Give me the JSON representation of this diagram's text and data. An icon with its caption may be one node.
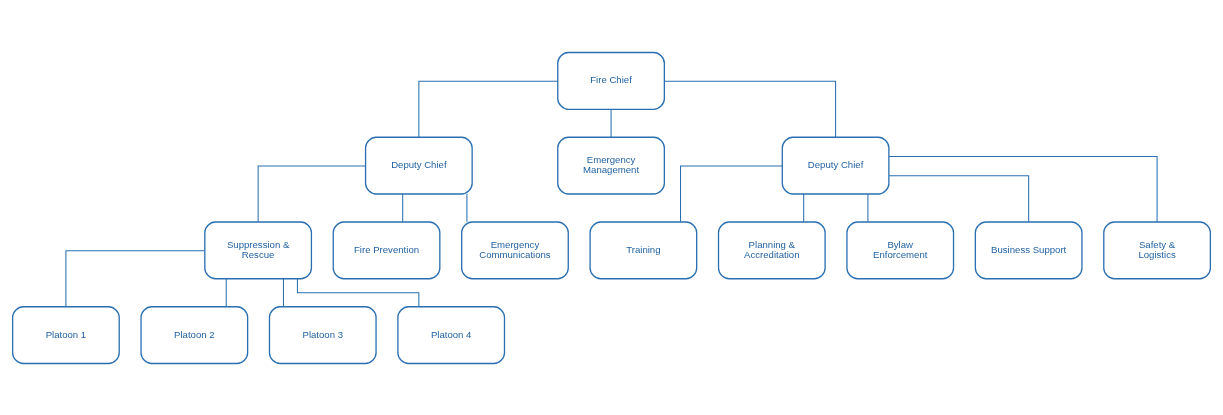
{
  "diagram": {
    "nodes": [
      {
        "text": [
          "Fire Chief"
        ]
      },
      {
        "text": [
          "Deputy Chief"
        ]
      },
      {
        "text": [
          "Emergency Management"
        ]
      },
      {
        "text": [
          "Deputy Chief"
        ]
      },
      {
        "text": [
          "Suppression & Rescue"
        ]
      },
      {
        "text": [
          "Fire Prevention"
        ]
      },
      {
        "text": [
          "Emergency Communications"
        ]
      },
      {
        "text": [
          "Training"
        ]
      },
      {
        "text": [
          "Planning & Accreditation"
        ]
      },
      {
        "text": [
          "Bylaw Enforcement"
        ]
      },
      {
        "text": [
          "Business Support"
        ]
      },
      {
        "text": [
          "Safety & Logistics"
        ]
      },
      {
        "text": [
          "Platoon 1"
        ]
      },
      {
        "text": [
          "Platoon 2"
        ]
      },
      {
        "text": [
          "Platoon 3"
        ]
      },
      {
        "text": [
          "Platoon 4"
        ]
      }
    ],
    "edges": [
      {
        "from": 0,
        "to": 1,
        "arrow": "none"
      },
      {
        "from": 0,
        "to": 2,
        "arrow": "none"
      },
      {
        "from": 0,
        "to": 3,
        "arrow": "none"
      },
      {
        "from": 1,
        "to": 4,
        "arrow": "none"
      },
      {
        "from": 1,
        "to": 5,
        "arrow": "none"
      },
      {
        "from": 1,
        "to": 6,
        "arrow": "none"
      },
      {
        "from": 3,
        "to": 7,
        "arrow": "none"
      },
      {
        "from": 3,
        "to": 8,
        "arrow": "none"
      },
      {
        "from": 3,
        "to": 9,
        "arrow": "none"
      },
      {
        "from": 3,
        "to": 10,
        "arrow": "none"
      },
      {
        "from": 3,
        "to": 11,
        "arrow": "none"
      },
      {
        "from": 4,
        "to": 12,
        "arrow": "none"
      },
      {
        "from": 4,
        "to": 13,
        "arrow": "none"
      },
      {
        "from": 4,
        "to": 14,
        "arrow": "none"
      },
      {
        "from": 4,
        "to": 15,
        "arrow": "none"
      }
    ]
  }
}
